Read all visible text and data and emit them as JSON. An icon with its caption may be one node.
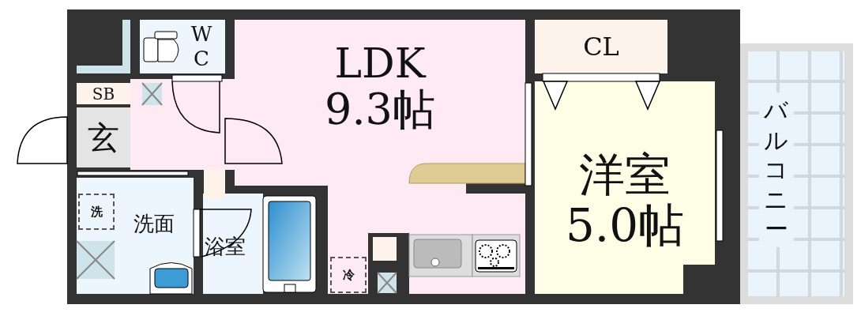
{
  "diagram": {
    "nodes": [
      {
        "text": [
          "W C"
        ]
      },
      {
        "text": [
          "LDK",
          "9.3帖"
        ]
      },
      {
        "text": [
          "CL"
        ]
      },
      {
        "text": [
          "SB"
        ]
      },
      {
        "text": [
          "玄"
        ]
      },
      {
        "text": [
          "洗面"
        ]
      },
      {
        "text": [
          "洗"
        ],
        "in": 5
      },
      {
        "text": [
          "浴室"
        ]
      },
      {
        "text": [
          "冷"
        ]
      },
      {
        "text": [
          "洋室",
          "5.0帖"
        ]
      },
      {
        "text": [
          "バルコニー"
        ]
      }
    ]
  }
}
